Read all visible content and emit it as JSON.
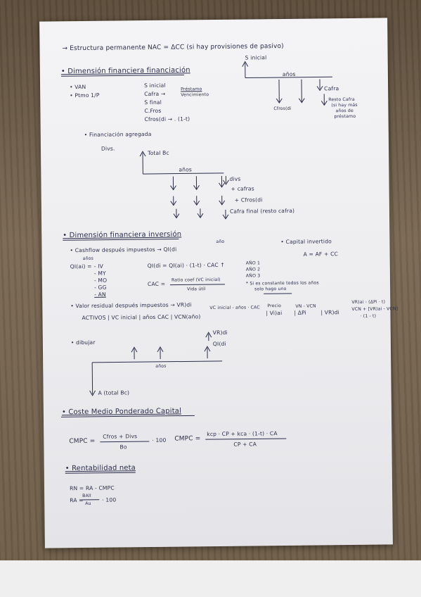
{
  "sheet": {
    "title": "→ Estructura permanente  NAC = ΔCC (si hay provisiones de pasivo)",
    "s1": {
      "heading": "• Dimensión financiera financiación",
      "left1": "• VAN",
      "left2": "• Ptmo 1/P",
      "mid": [
        "S inicial",
        "Cafra →",
        "S final",
        "C.Fros",
        "Cfros(di →  . (1-t)"
      ],
      "prest": [
        "Préstamo",
        "Vencimiento"
      ],
      "diag_top": "S inicial",
      "diag_anios": "años",
      "diag_cafra": "Cafra",
      "diag_cfros": "Cfros(di",
      "resto": [
        "Resto Cafra",
        "(si hay más",
        "años de",
        "préstamo"
      ],
      "fin_ag": "• Financiación agregada",
      "divs": "Divs.",
      "total": "Total Bc",
      "anios2": "años",
      "divs_r": "divs",
      "cafras": "+ cafras",
      "cfros": "+ Cfros(di",
      "cafra_final": "Cafra final (resto cafra)"
    },
    "s2": {
      "heading": "• Dimensión financiera inversión",
      "cashflow": "• Cashflow después impuestos → QI(di",
      "mark": "año",
      "anios_lbl": "años",
      "qi": "QI(ai) =",
      "items": [
        "- IV",
        "- MY",
        "- MO",
        "- GG",
        "- AN"
      ],
      "formula1": "QI(di = QI(ai) · (1-t) · CAC ↑",
      "cac_lbl": "CAC =",
      "cac_num": "Ratio coef (VC inicial)",
      "cac_den": "Vida útil",
      "anios_list": [
        "AÑO 1",
        "AÑO 2",
        "AÑO 3"
      ],
      "nota": "* Si es constante todos los años",
      "nota2": "solo hago uno",
      "cap_inv": "• Capital invertido",
      "cap_formula": "A = AF + CC",
      "valor_res": "• Valor residual después impuestos → VR)di",
      "activos": "ACTIVOS | VC inicial | años CAC | VCN(año)",
      "vcn": "VC inicial - años · CAC",
      "precio": "Precio",
      "vi": "| Vi)ai",
      "vn_vcn": "VN - VCN",
      "dp": "| ΔPi",
      "vr_di": "| VR)di",
      "vr_formula1": "VR)ai - (ΔPi · t)",
      "vr_formula2": "VCN + [VR)ai - VCN]",
      "vr_formula3": "· (1 - t)",
      "dibujar": "• dibujar",
      "vr_diag": "VR)di",
      "qi_diag": "QI(di",
      "anios3": "años",
      "a_total": "A (total Bc)"
    },
    "s3": {
      "heading": "• Coste Medio Ponderado Capital",
      "cmpc1_lhs": "CMPC =",
      "cmpc1_num": "Cfros + Divs",
      "cmpc1_den": "Bo",
      "cmpc1_mul": "· 100",
      "cmpc2_lhs": "CMPC =",
      "cmpc2_num": "kcp · CP + kca · (1-t) · CA",
      "cmpc2_den": "CP + CA"
    },
    "s4": {
      "heading": "• Rentabilidad neta",
      "rn": "RN = RA - CMPC",
      "ra_lhs": "RA =",
      "ra_num": "BAII",
      "ra_den": "Au",
      "ra_mul": "· 100"
    }
  }
}
